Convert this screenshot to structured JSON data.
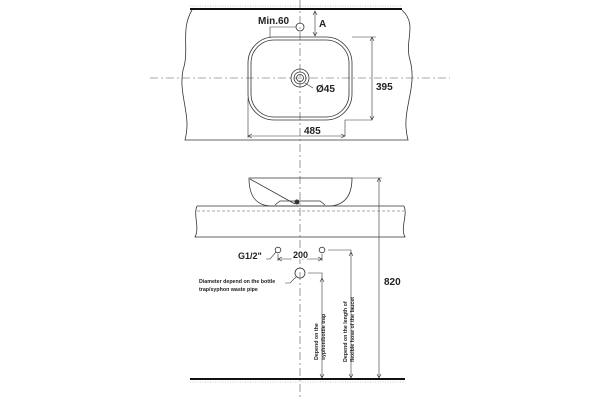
{
  "top_view": {
    "faucet_clearance": "Min.60",
    "wall_distance": "A",
    "drain_diameter": "Ø45",
    "basin_depth": "395",
    "basin_width": "485"
  },
  "side_view": {
    "supply_thread": "G1/2\"",
    "supply_spacing": "200",
    "waste_note_line1": "Diameter depend on the bottle",
    "waste_note_line2": "trap/syphon waste pipe",
    "trap_note_line1": "Depend on the",
    "trap_note_line2": "syphon/bottle trap",
    "hose_note_line1": "Depend on the length of",
    "hose_note_line2": "flexible hose of the faucet",
    "total_height": "820"
  }
}
